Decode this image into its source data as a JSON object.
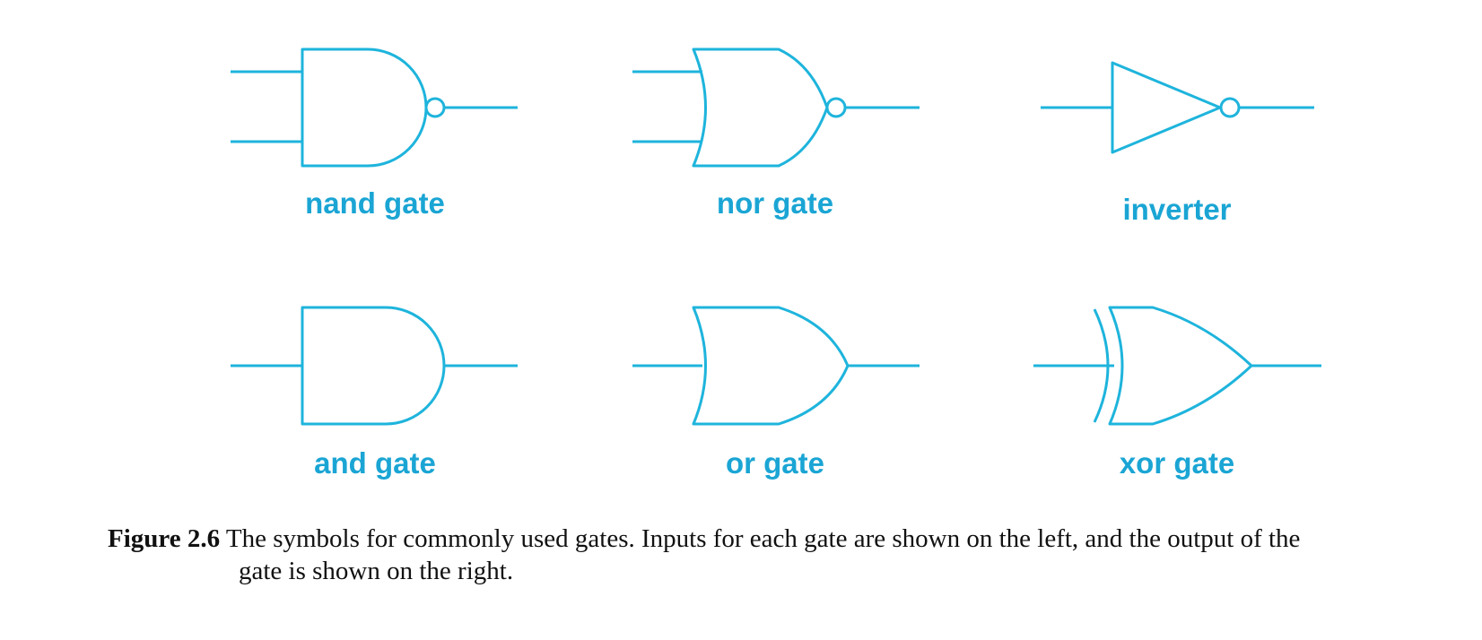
{
  "colors": {
    "gate": "#1eb4dc",
    "label": "#1aa5d4",
    "caption": "#111111"
  },
  "gates": {
    "nand": {
      "label": "nand gate"
    },
    "nor": {
      "label": "nor gate"
    },
    "inverter": {
      "label": "inverter"
    },
    "and": {
      "label": "and gate"
    },
    "or": {
      "label": "or gate"
    },
    "xor": {
      "label": "xor gate"
    }
  },
  "caption": {
    "figure_number": "Figure 2.6",
    "text_line1": "The symbols for commonly used gates. Inputs for each gate are shown on the left, and the output of the",
    "text_line2": "gate is shown on the right."
  }
}
